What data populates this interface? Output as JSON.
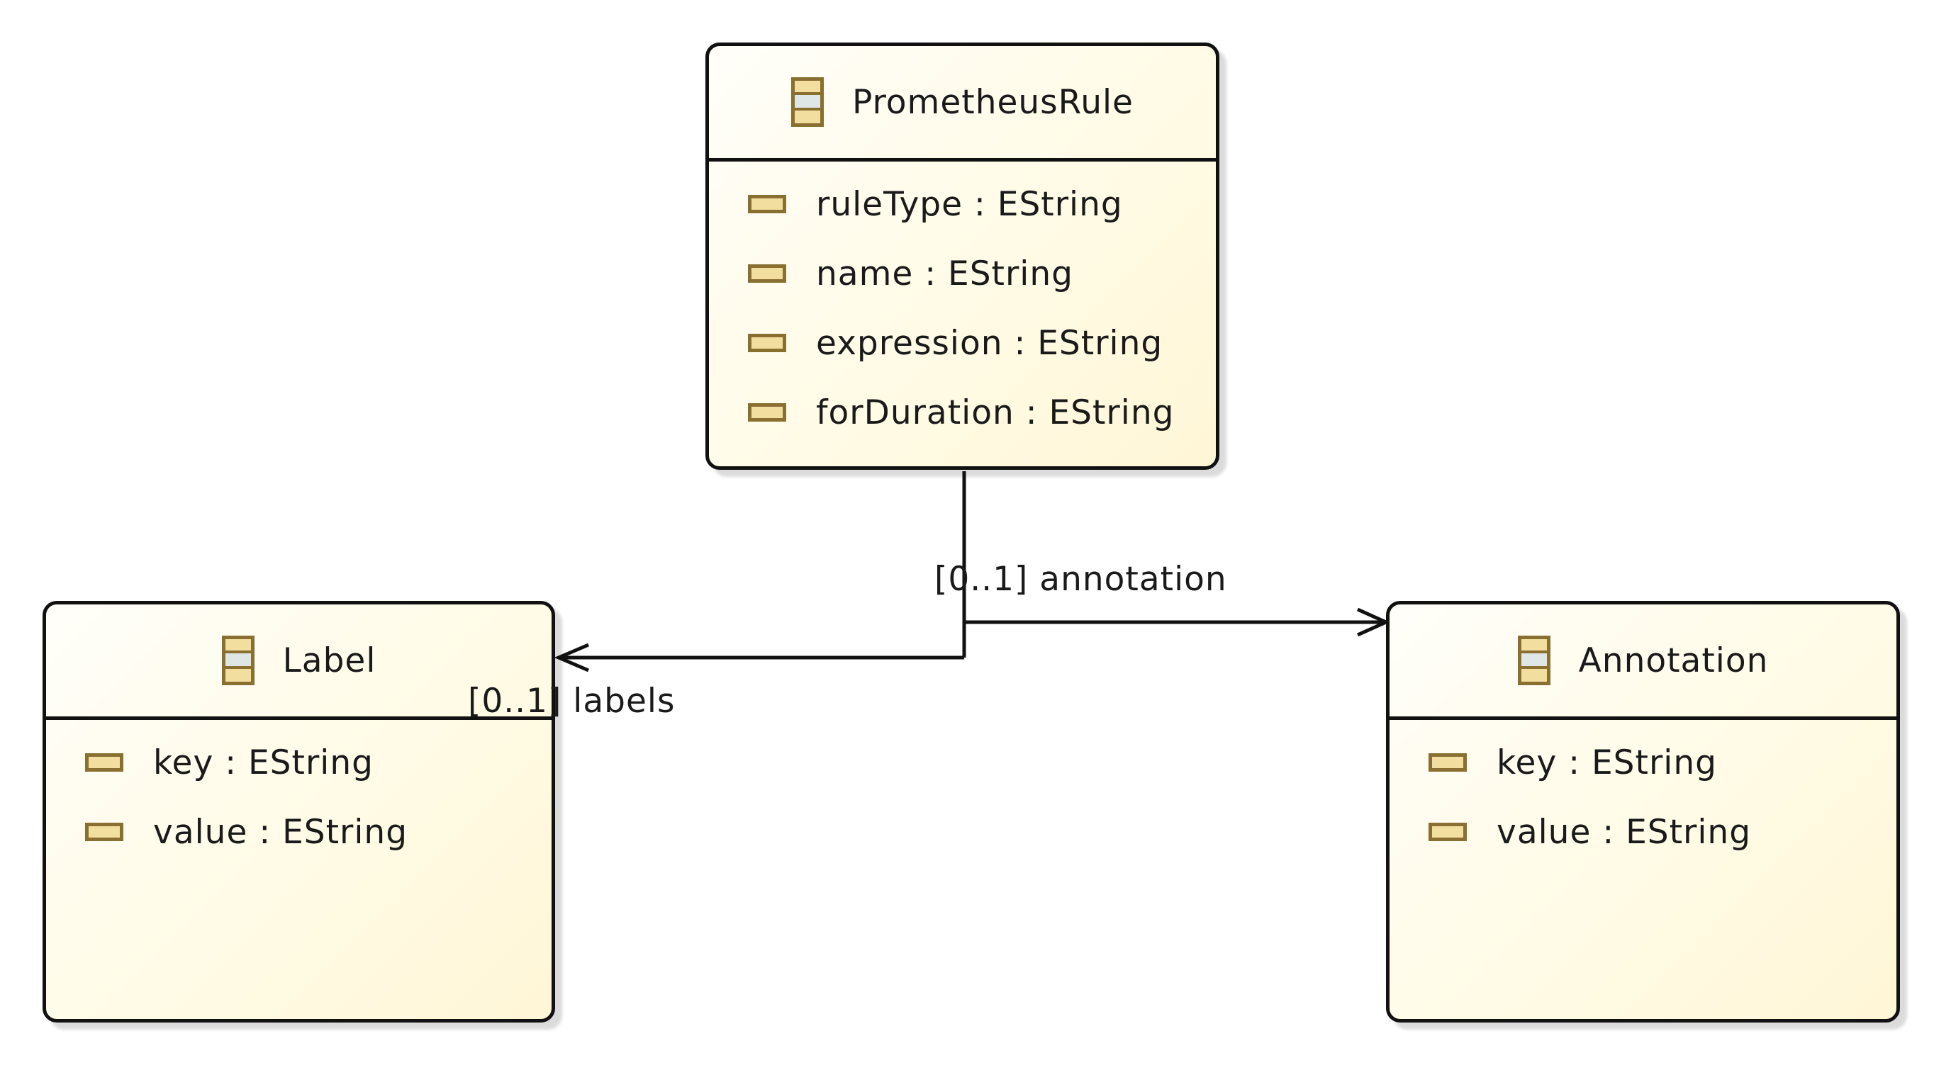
{
  "classes": {
    "prometheus_rule": {
      "name": "PrometheusRule",
      "attributes": [
        "ruleType : EString",
        "name : EString",
        "expression : EString",
        "forDuration : EString"
      ]
    },
    "label": {
      "name": "Label",
      "attributes": [
        "key : EString",
        "value : EString"
      ]
    },
    "annotation": {
      "name": "Annotation",
      "attributes": [
        "key : EString",
        "value : EString"
      ]
    }
  },
  "references": {
    "annotation": "[0..1] annotation",
    "labels": "[0..1] labels"
  },
  "icons": {
    "class": "eclass-icon",
    "attribute": "eattribute-icon"
  },
  "colors": {
    "border": "#111111",
    "box_fill": "#fffbe6",
    "icon_stroke": "#8a7030",
    "icon_fill": "#f2dfa0",
    "icon_fill_alt": "#dfe7e6"
  }
}
